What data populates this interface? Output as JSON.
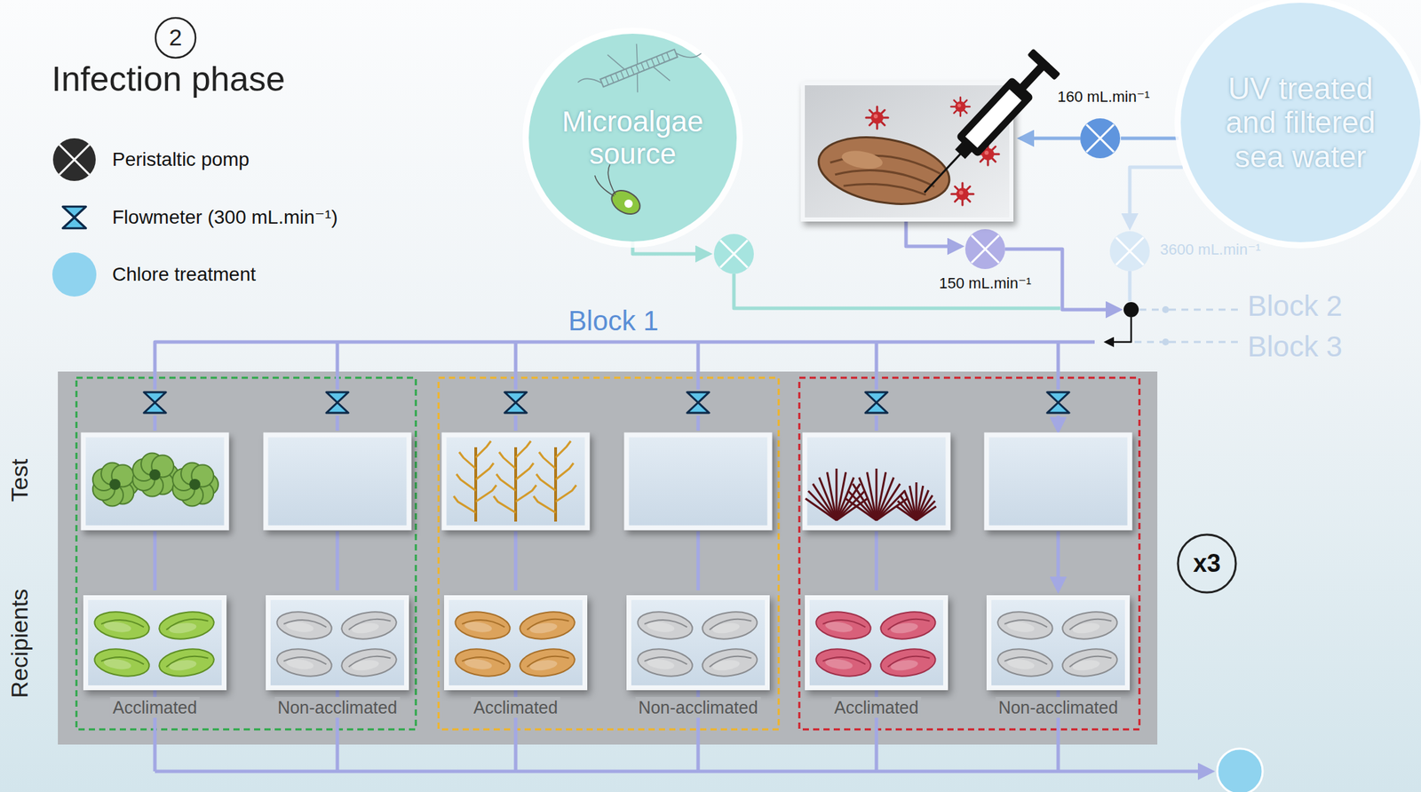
{
  "diagram": {
    "title": "Infection phase",
    "nodes": [
      {
        "text": [
          "Microalgae source"
        ]
      },
      {
        "text": [
          "UV treated and filtered sea water"
        ]
      },
      {
        "text": [
          "Acclimated"
        ]
      },
      {
        "text": [
          "Non-acclimated"
        ]
      },
      {
        "text": [
          "Acclimated"
        ]
      },
      {
        "text": [
          "Non-acclimated"
        ]
      },
      {
        "text": [
          "Acclimated"
        ]
      },
      {
        "text": [
          "Non-acclimated"
        ]
      }
    ],
    "labels": [
      "2",
      "160 mL.min⁻¹",
      "150 mL.min⁻¹",
      "3600 mL.min⁻¹",
      "Block 1",
      "Block 2",
      "Block 3",
      "Test",
      "Recipients",
      "x3"
    ],
    "legend": [
      {
        "text": "Peristaltic pomp"
      },
      {
        "text": "Flowmeter (300 mL.min⁻¹)"
      },
      {
        "text": "Chlore treatment",
        "color": "#8fd3ef"
      }
    ]
  }
}
